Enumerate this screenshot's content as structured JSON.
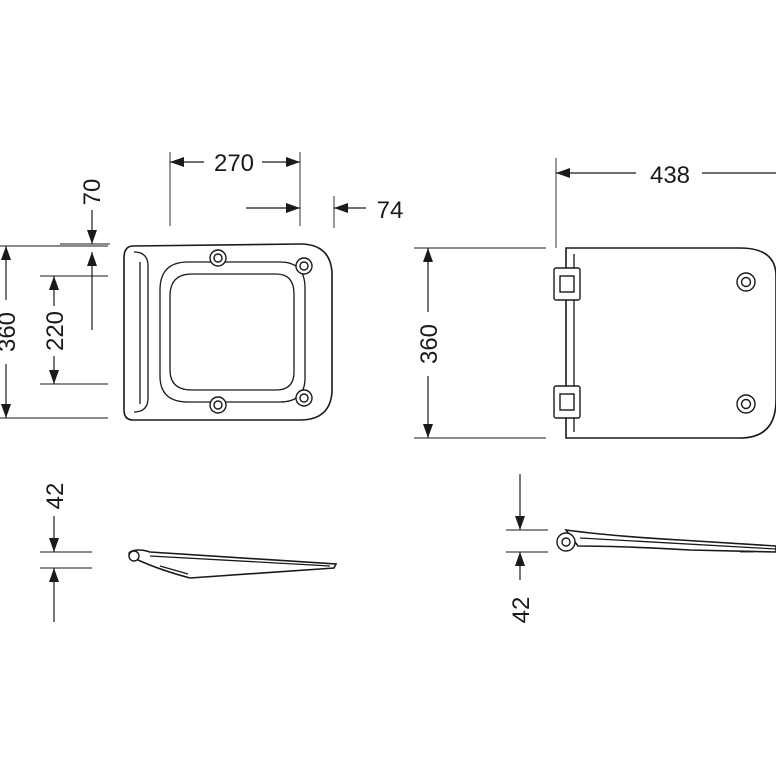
{
  "dimensions": {
    "top_width": "270",
    "top_hinge_offset": "74",
    "top_front_offset": "70",
    "top_length": "360",
    "top_inner_length": "220",
    "right_length": "438",
    "right_height": "360",
    "left_profile_thickness": "42",
    "right_profile_thickness": "42"
  }
}
